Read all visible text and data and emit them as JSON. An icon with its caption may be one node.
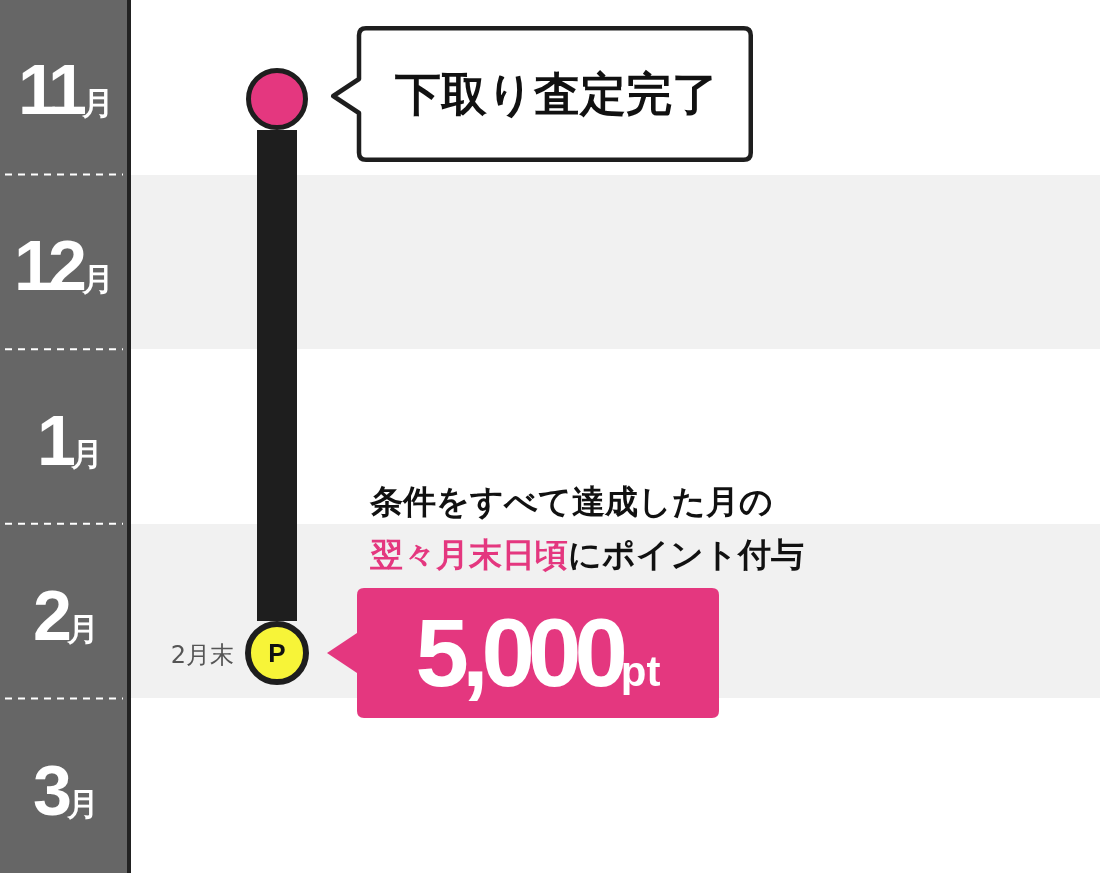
{
  "diagram": {
    "nodes": [
      {
        "text": [],
        "shape": "circle"
      },
      {
        "text": [
          "下取り査定完了"
        ]
      },
      {
        "text": [
          "P"
        ],
        "beside": [
          "2月末"
        ]
      },
      {
        "text": [
          "5,000pt"
        ]
      }
    ],
    "edges": [
      {
        "from": 0,
        "to": 2,
        "arrow": "none"
      }
    ],
    "labels": [
      "11月",
      "12月",
      "1月",
      "条件をすべて達成した月の**翌々月末日頃**にポイント付与",
      "2月",
      "3月"
    ]
  }
}
